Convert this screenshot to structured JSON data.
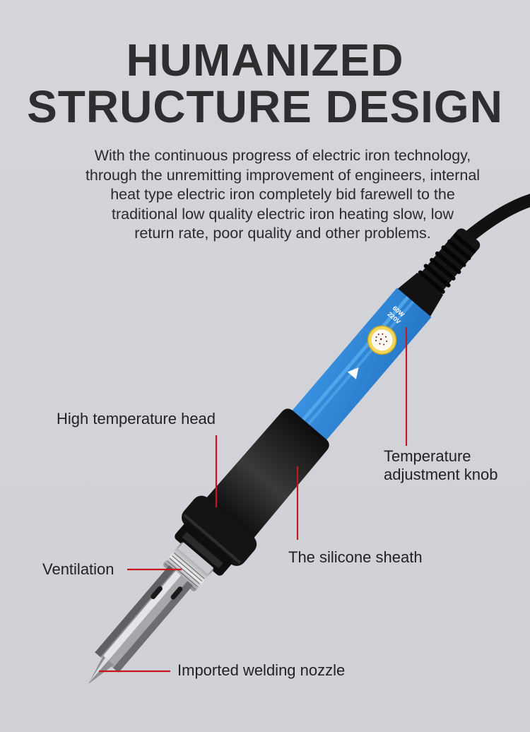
{
  "header": {
    "title_line1": "HUMANIZED",
    "title_line2": "STRUCTURE DESIGN"
  },
  "description": {
    "lines": [
      "With the continuous progress of electric iron technology,",
      "through the unremitting improvement of engineers, internal",
      "heat type electric iron completely bid farewell to the",
      "traditional low quality electric iron heating slow, low",
      "return rate, poor quality and other problems."
    ]
  },
  "product": {
    "name": "soldering-iron",
    "handle_marking_voltage": "220V",
    "handle_marking_power": "60W",
    "handle_color": "#2f86d6",
    "sheath_color": "#151515",
    "tip_color": "#9a9ca0",
    "callout_line_color": "#c8161d"
  },
  "callouts": {
    "high_temp_head": "High temperature head",
    "temp_knob_line1": "Temperature",
    "temp_knob_line2": "adjustment knob",
    "silicone_sheath": "The silicone sheath",
    "ventilation": "Ventilation",
    "welding_nozzle": "Imported welding nozzle"
  }
}
